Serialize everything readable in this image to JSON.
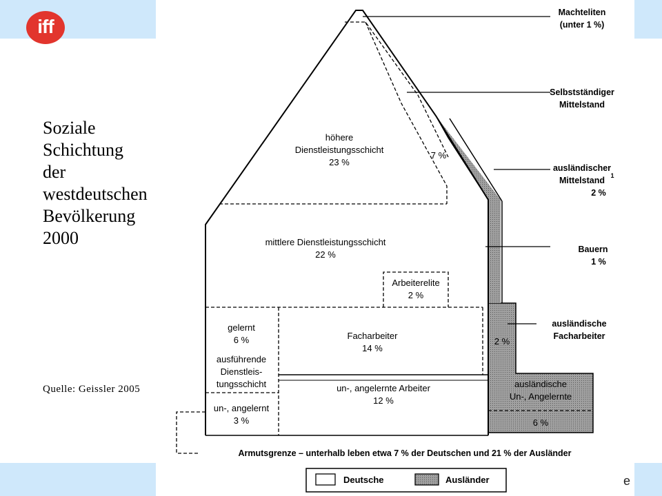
{
  "logo": {
    "text": "iff",
    "color": "#e2352d"
  },
  "band_color": "#cfe8fb",
  "side_title": {
    "lines": [
      "Soziale",
      "Schichtung",
      "der",
      "westdeutschen",
      "Bevölkerung",
      "2000"
    ]
  },
  "source": "Quelle: Geissler 2005",
  "diagram": {
    "layers": {
      "hoehere": [
        "höhere",
        "Dienstleistungsschicht",
        "23 %"
      ],
      "mittlere": [
        "mittlere Dienstleistungsschicht",
        "22 %"
      ],
      "arbeiterelite": [
        "Arbeiterelite",
        "2 %"
      ],
      "gelernt": [
        "gelernt",
        "6 %"
      ],
      "ausfuehrende": [
        "ausführende",
        "Dienstleis-",
        "tungsschicht"
      ],
      "facharbeiter": [
        "Facharbeiter",
        "14 %"
      ],
      "unangelernte_arbeiter": [
        "un-, angelernte Arbeiter",
        "12 %"
      ],
      "unangelernt": [
        "un-, angelernt",
        "3 %"
      ],
      "selbst_pct": "7 %",
      "ausl_fach_pct": "2 %",
      "ausl_un": [
        "ausländische",
        "Un-, Angelernte"
      ],
      "ausl_un_pct": "6 %"
    },
    "callouts": {
      "machteliten": [
        "Machteliten",
        "(unter 1 %)"
      ],
      "selbststaendiger": [
        "Selbstständiger",
        "Mittelstand"
      ],
      "ausl_mittelstand": [
        "ausländischer",
        "Mittelstand",
        "2 %"
      ],
      "ausl_mittelstand_sup": "1",
      "bauern": [
        "Bauern",
        "1 %"
      ],
      "ausl_facharbeiter": [
        "ausländische",
        "Facharbeiter"
      ]
    },
    "poverty_line": "Armutsgrenze – unterhalb leben etwa 7 % der Deutschen und 21 % der Ausländer",
    "legend": {
      "deutsche": "Deutsche",
      "auslaender": "Ausländer"
    },
    "shade_color": "#9a9a9a"
  },
  "edge_letter": "e"
}
